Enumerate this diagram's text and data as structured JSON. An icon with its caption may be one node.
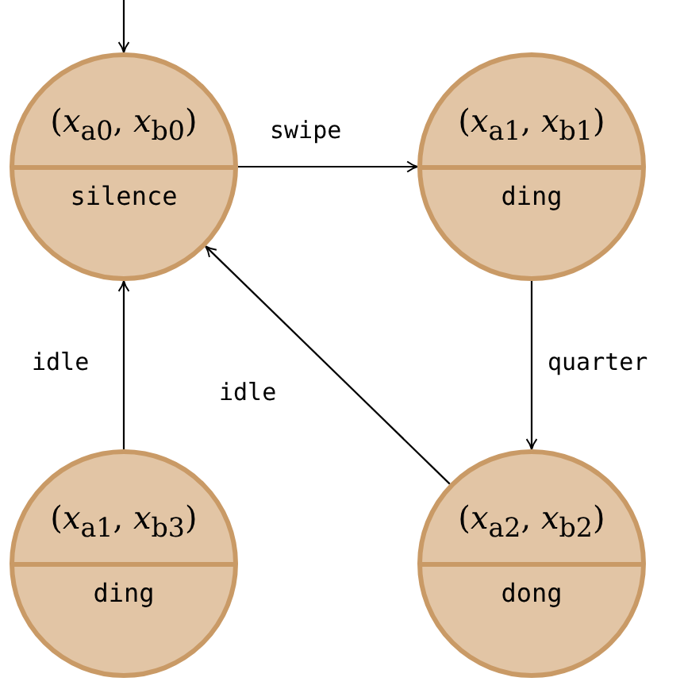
{
  "diagram": {
    "nodes": [
      {
        "text": [
          "(*x*$_{a0}$, *x*$_{b0}$)",
          "silence"
        ]
      },
      {
        "text": [
          "(*x*$_{a1}$, *x*$_{b1}$)",
          "ding"
        ]
      },
      {
        "text": [
          "(*x*$_{a2}$, *x*$_{b2}$)",
          "dong"
        ]
      },
      {
        "text": [
          "(*x*$_{a1}$, *x*$_{b3}$)",
          "ding"
        ]
      }
    ],
    "edges": [
      {
        "from": null,
        "to": 0,
        "arrow": "to"
      },
      {
        "from": 0,
        "to": 1,
        "label": "swipe",
        "arrow": "to"
      },
      {
        "from": 1,
        "to": 2,
        "label": "quarter",
        "arrow": "to"
      },
      {
        "from": 2,
        "to": 0,
        "label": "idle",
        "arrow": "to"
      },
      {
        "from": 3,
        "to": 0,
        "label": "idle",
        "arrow": "to"
      }
    ]
  }
}
